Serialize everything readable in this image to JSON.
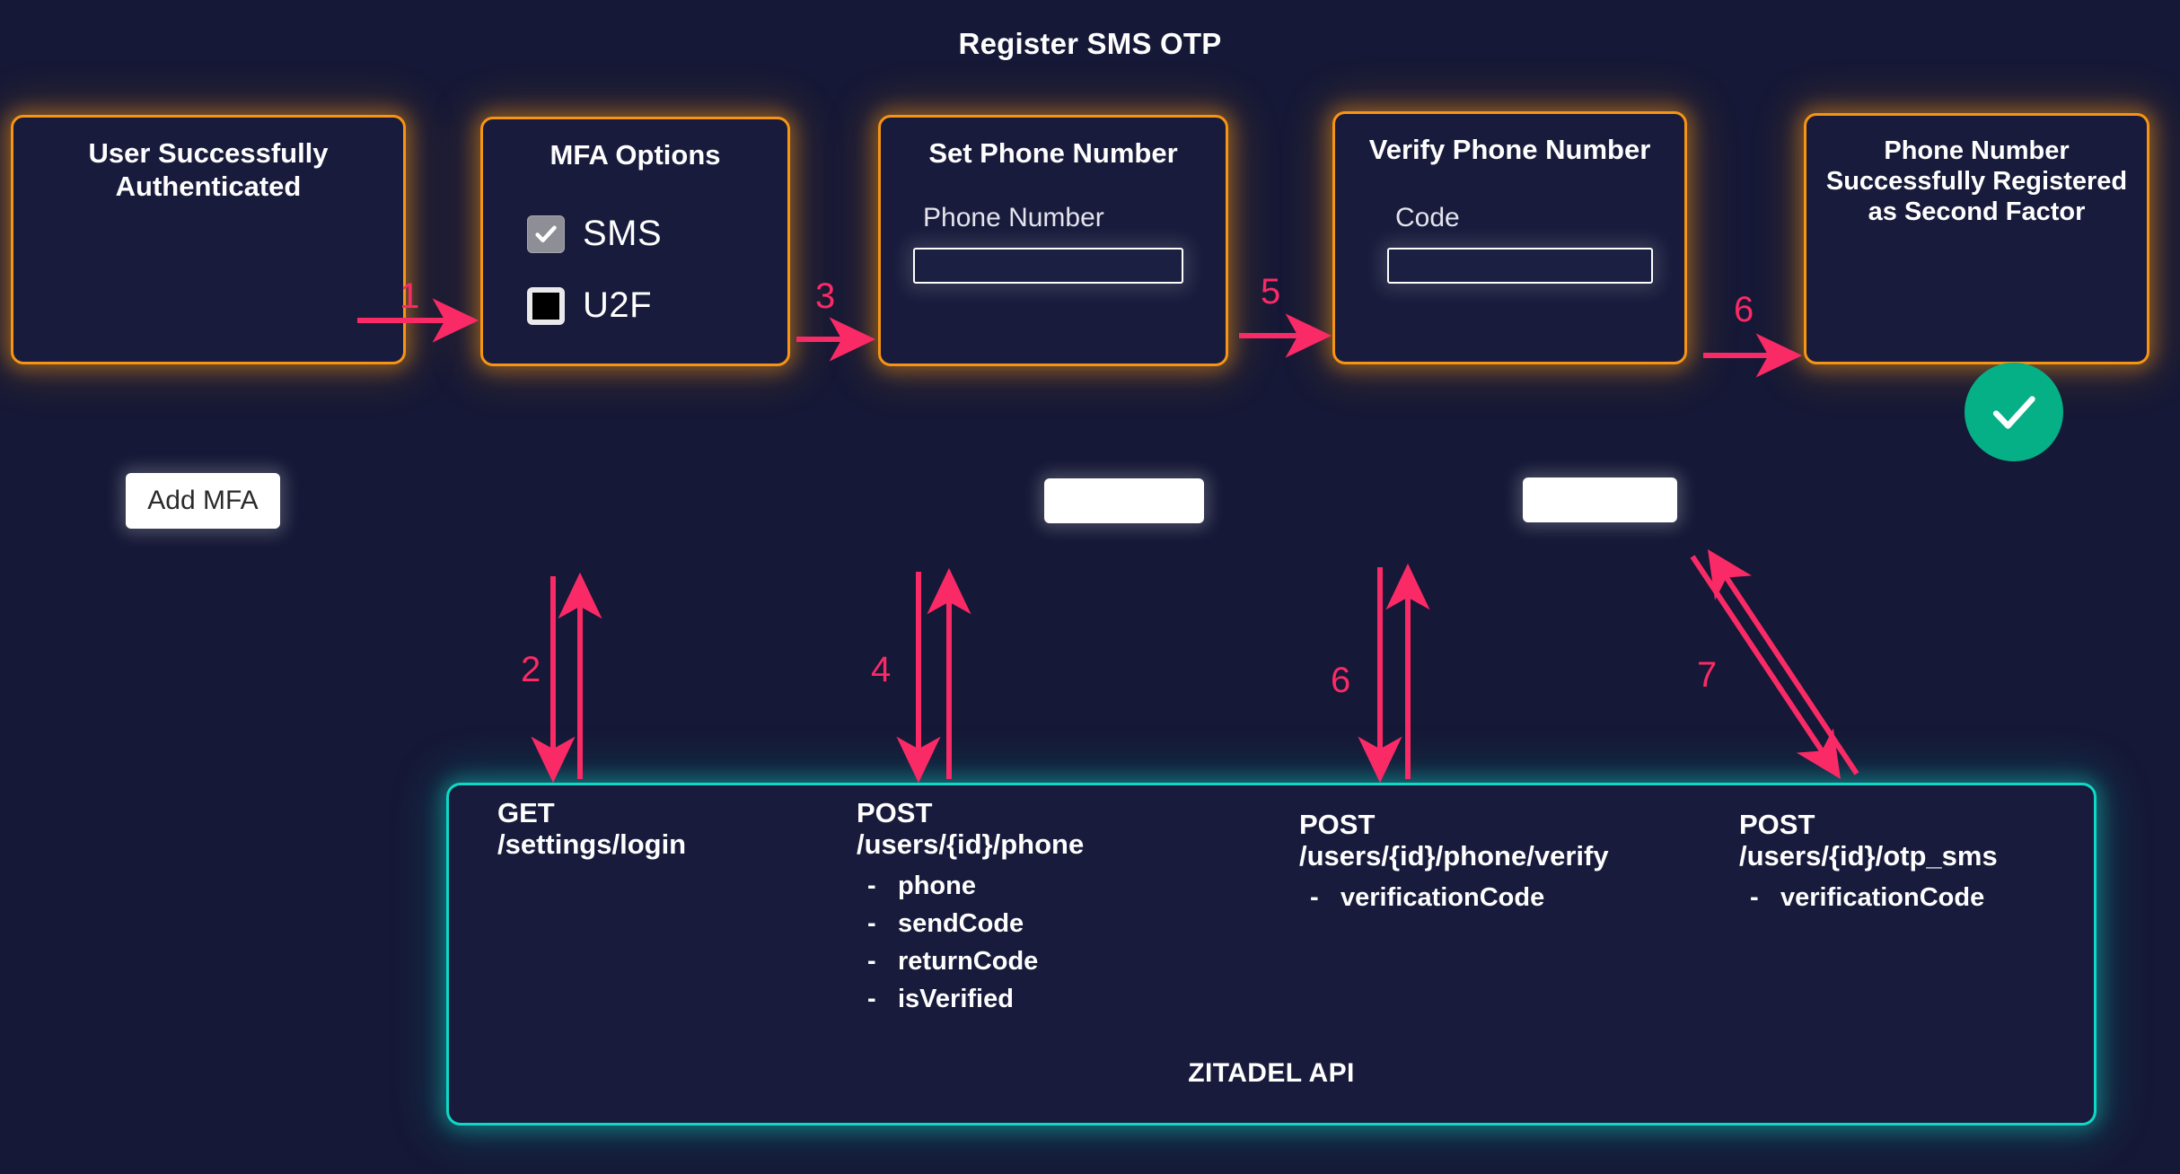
{
  "title": "Register SMS OTP",
  "colors": {
    "background": "#151836",
    "card_border": "#F79413",
    "arrow": "#FA2A66",
    "api_border": "#0FD9C6",
    "success": "#05b087",
    "card_fill": "#181B3B"
  },
  "cards": [
    {
      "id": "auth",
      "title": "User Successfully Authenticated",
      "button": "Add MFA"
    },
    {
      "id": "mfa",
      "title": "MFA Options",
      "options": [
        {
          "label": "SMS",
          "checked": true
        },
        {
          "label": "U2F",
          "checked": false
        }
      ]
    },
    {
      "id": "setphone",
      "title": "Set Phone Number",
      "field_label": "Phone Number",
      "field_value": "",
      "button": ""
    },
    {
      "id": "verify",
      "title": "Verify Phone Number",
      "field_label": "Code",
      "field_value": "",
      "button": ""
    },
    {
      "id": "success",
      "title": "Phone Number Successfully Registered as Second Factor",
      "icon": "check-circle-icon"
    }
  ],
  "steps": {
    "s1": "1",
    "s2": "2",
    "s3": "3",
    "s4": "4",
    "s5": "5",
    "s6_horizontal": "6",
    "s6_vertical": "6",
    "s7": "7"
  },
  "api": {
    "label": "ZITADEL API",
    "endpoints": [
      {
        "method": "GET",
        "path": "/settings/login",
        "params": []
      },
      {
        "method": "POST",
        "path": "/users/{id}/phone",
        "params": [
          "phone",
          "sendCode",
          "returnCode",
          "isVerified"
        ]
      },
      {
        "method": "POST",
        "path": "/users/{id}/phone/verify",
        "params": [
          "verificationCode"
        ]
      },
      {
        "method": "POST",
        "path": "/users/{id}/otp_sms",
        "params": [
          "verificationCode"
        ]
      }
    ]
  }
}
